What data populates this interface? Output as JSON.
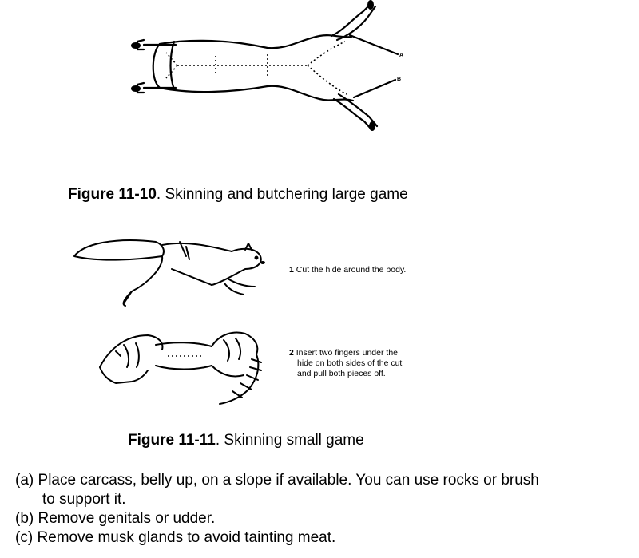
{
  "figure_10": {
    "label_a": "A",
    "label_b": "B",
    "number": "Figure 11-10",
    "caption": ". Skinning and butchering large game"
  },
  "figure_11": {
    "step1_num": "1",
    "step1_text": "Cut the hide around the body.",
    "step2_num": "2",
    "step2_line1": "Insert two fingers under the",
    "step2_line2": "hide on both sides of the cut",
    "step2_line3": "and pull both pieces off.",
    "number": "Figure 11-11",
    "caption": ". Skinning small game"
  },
  "instructions": [
    {
      "marker": "(a)",
      "line1": "Place carcass, belly up, on a slope if available. You can use rocks or brush",
      "line2": "to support it."
    },
    {
      "marker": "(b)",
      "line1": "Remove genitals or udder."
    },
    {
      "marker": "(c)",
      "line1": "Remove musk glands to avoid tainting meat."
    }
  ]
}
